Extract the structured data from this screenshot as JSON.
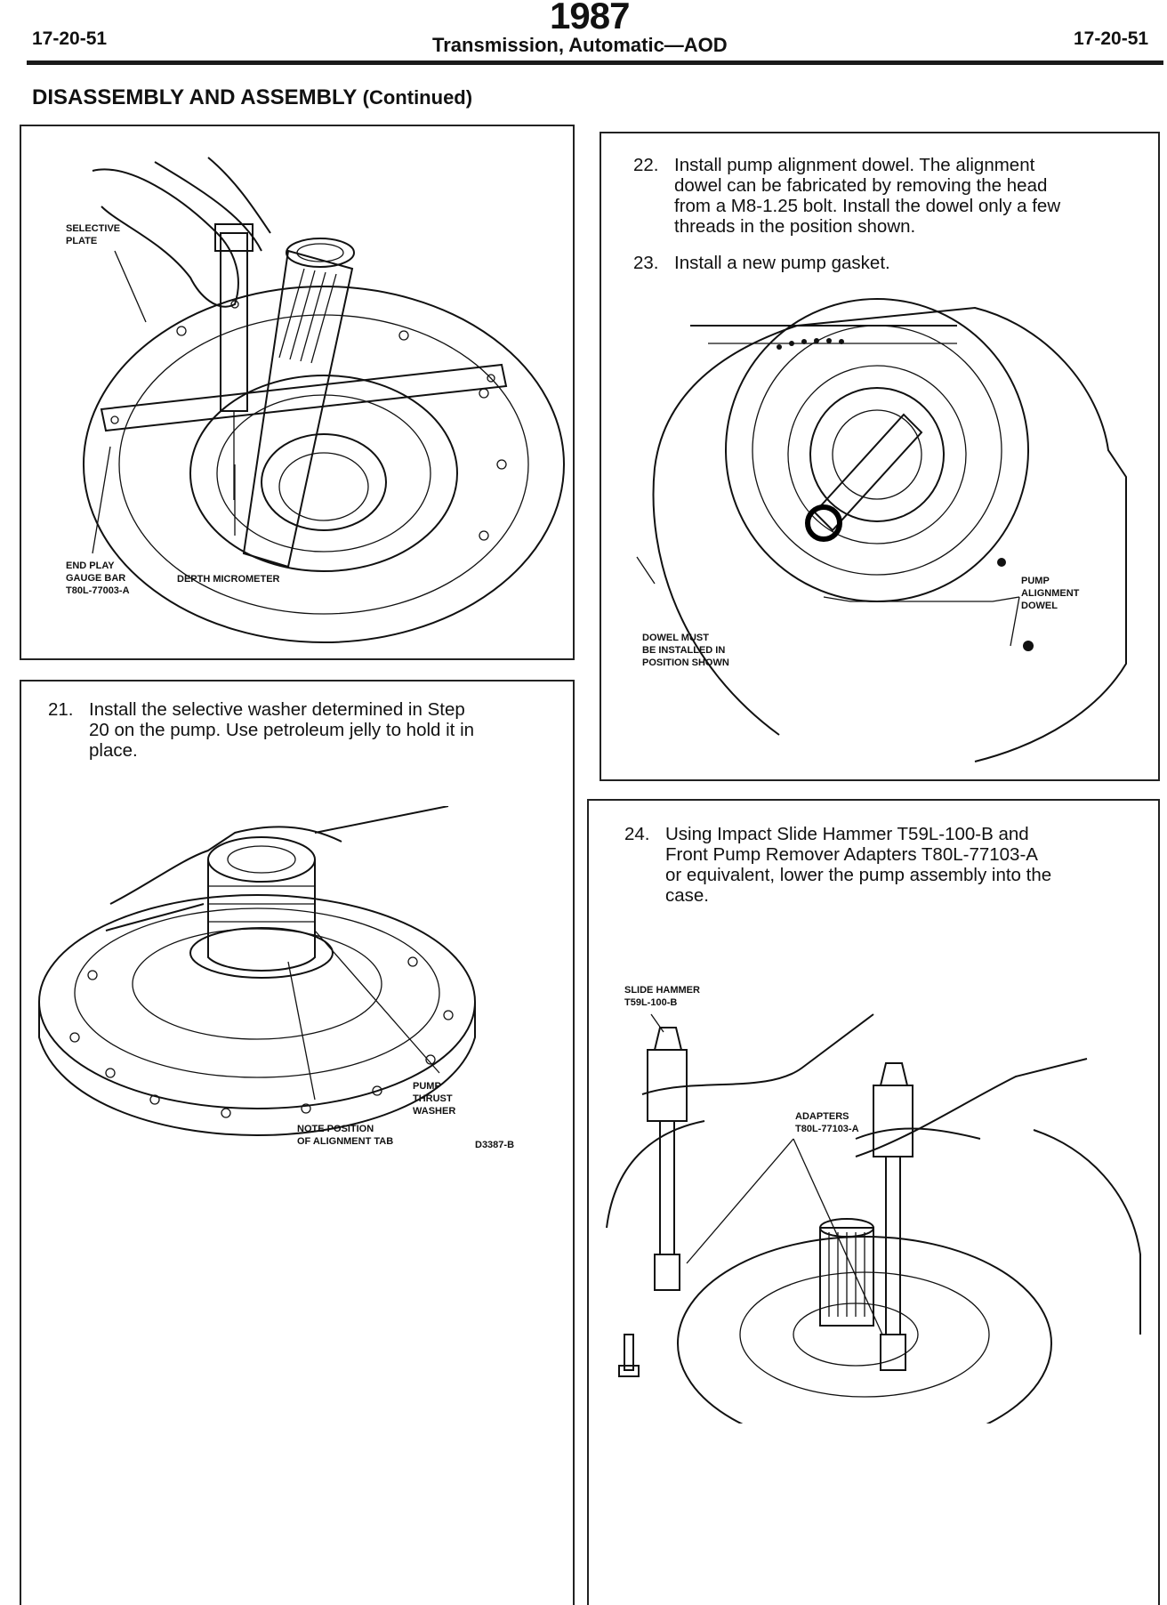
{
  "header": {
    "year": "1987",
    "page_left": "17-20-51",
    "page_right": "17-20-51",
    "title": "Transmission, Automatic—AOD"
  },
  "section": {
    "title": "DISASSEMBLY AND ASSEMBLY",
    "continued": "(Continued)"
  },
  "panel_endplay": {
    "callouts": {
      "selective_plate_1": "SELECTIVE",
      "selective_plate_2": "PLATE",
      "end_play_1": "END PLAY",
      "end_play_2": "GAUGE BAR",
      "end_play_3": "T80L-77003-A",
      "depth_micrometer": "DEPTH MICROMETER"
    }
  },
  "step21": {
    "number": "21.",
    "lines": [
      "Install the selective washer determined in Step",
      "20 on the pump. Use petroleum jelly to hold it in",
      "place."
    ],
    "callouts": {
      "pump_thrust_1": "PUMP",
      "pump_thrust_2": "THRUST",
      "pump_thrust_3": "WASHER",
      "note_1": "NOTE POSITION",
      "note_2": "OF ALIGNMENT TAB",
      "figure_code": "D3387-B"
    }
  },
  "step22": {
    "number": "22.",
    "lines": [
      "Install pump alignment dowel. The alignment",
      "dowel can be fabricated by removing the head",
      "from a M8-1.25 bolt. Install the dowel only a few",
      "threads in the position shown."
    ]
  },
  "step23": {
    "number": "23.",
    "lines": [
      "Install a new pump gasket."
    ],
    "callouts": {
      "dowel_1": "PUMP",
      "dowel_2": "ALIGNMENT",
      "dowel_3": "DOWEL",
      "note_1": "DOWEL MUST",
      "note_2": "BE INSTALLED IN",
      "note_3": "POSITION SHOWN"
    }
  },
  "step24": {
    "number": "24.",
    "lines": [
      "Using Impact Slide Hammer T59L-100-B and",
      "Front Pump Remover Adapters T80L-77103-A",
      "or equivalent, lower the pump assembly into the",
      "case."
    ],
    "callouts": {
      "hammer_1": "SLIDE HAMMER",
      "hammer_2": "T59L-100-B",
      "adapters_1": "ADAPTERS",
      "adapters_2": "T80L-77103-A"
    }
  }
}
